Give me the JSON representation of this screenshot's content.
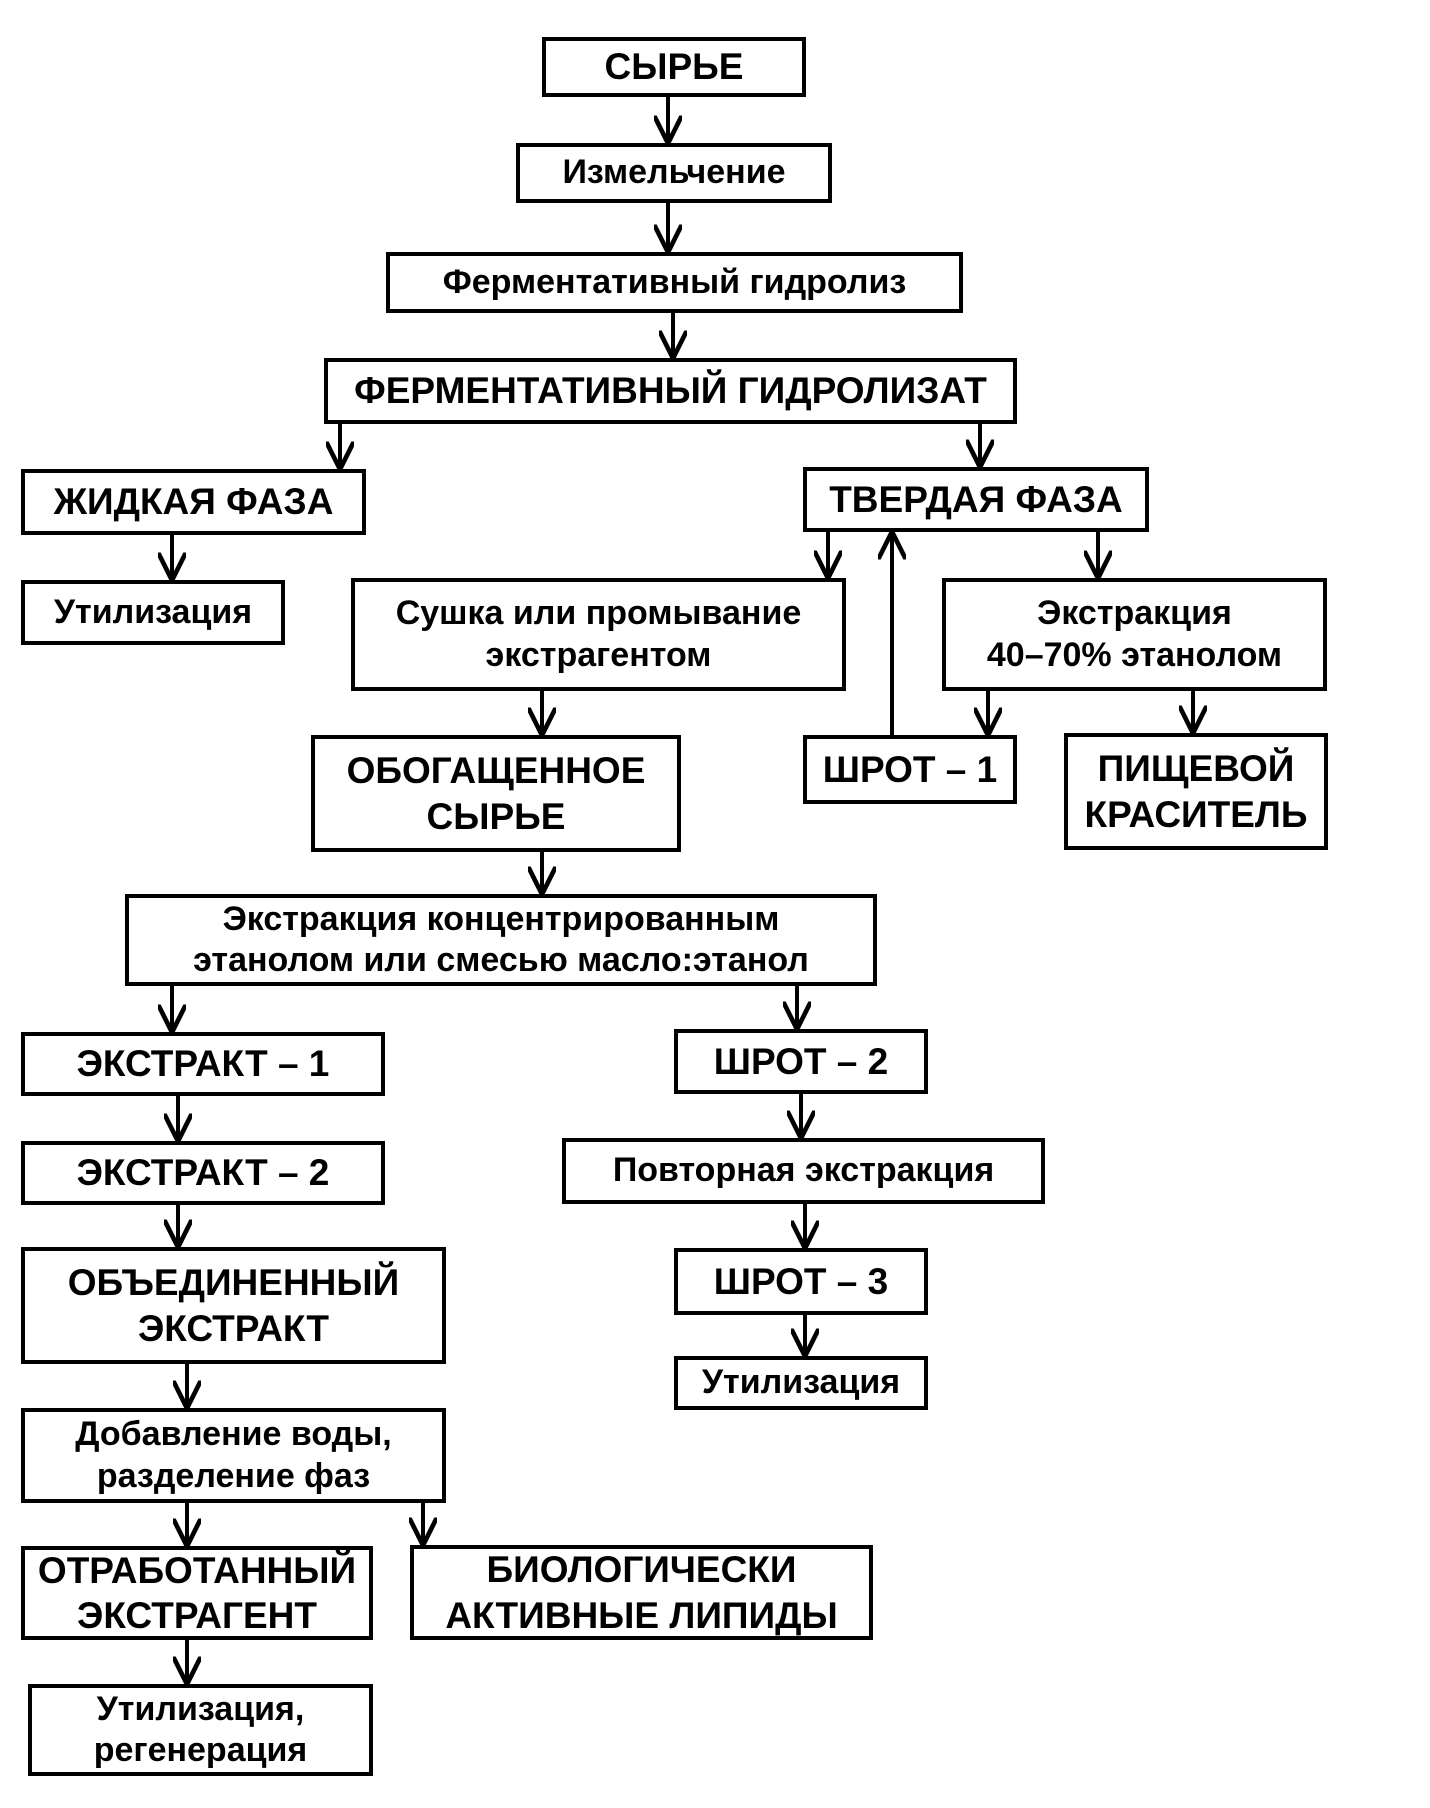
{
  "nodes": {
    "raw": "СЫРЬЕ",
    "grinding": "Измельчение",
    "hydrolysis": "Ферментативный гидролиз",
    "hydrolysate": "ФЕРМЕНТАТИВНЫЙ ГИДРОЛИЗАТ",
    "liquid_phase": "ЖИДКАЯ ФАЗА",
    "solid_phase": "ТВЕРДАЯ ФАЗА",
    "disposal_1": "Утилизация",
    "drying": "Сушка или промывание\nэкстрагентом",
    "extraction_ethanol": "Экстракция\n40–70% этанолом",
    "enriched_raw": "ОБОГАЩЕННОЕ\nСЫРЬЕ",
    "meal_1": "ШРОТ – 1",
    "food_dye": "ПИЩЕВОЙ\nКРАСИТЕЛЬ",
    "extraction_concentrated": "Экстракция концентрированным\nэтанолом или смесью масло:этанол",
    "extract_1": "ЭКСТРАКТ – 1",
    "meal_2": "ШРОТ – 2",
    "extract_2": "ЭКСТРАКТ – 2",
    "repeated_extraction": "Повторная экстракция",
    "combined_extract": "ОБЪЕДИНЕННЫЙ\nЭКСТРАКТ",
    "meal_3": "ШРОТ – 3",
    "disposal_2": "Утилизация",
    "water_addition": "Добавление воды,\nразделение фаз",
    "spent_extractant": "ОТРАБОТАННЫЙ\nЭКСТРАГЕНТ",
    "bioactive_lipids": "БИОЛОГИЧЕСКИ\nАКТИВНЫЕ ЛИПИДЫ",
    "disposal_regeneration": "Утилизация,\nрегенерация"
  }
}
